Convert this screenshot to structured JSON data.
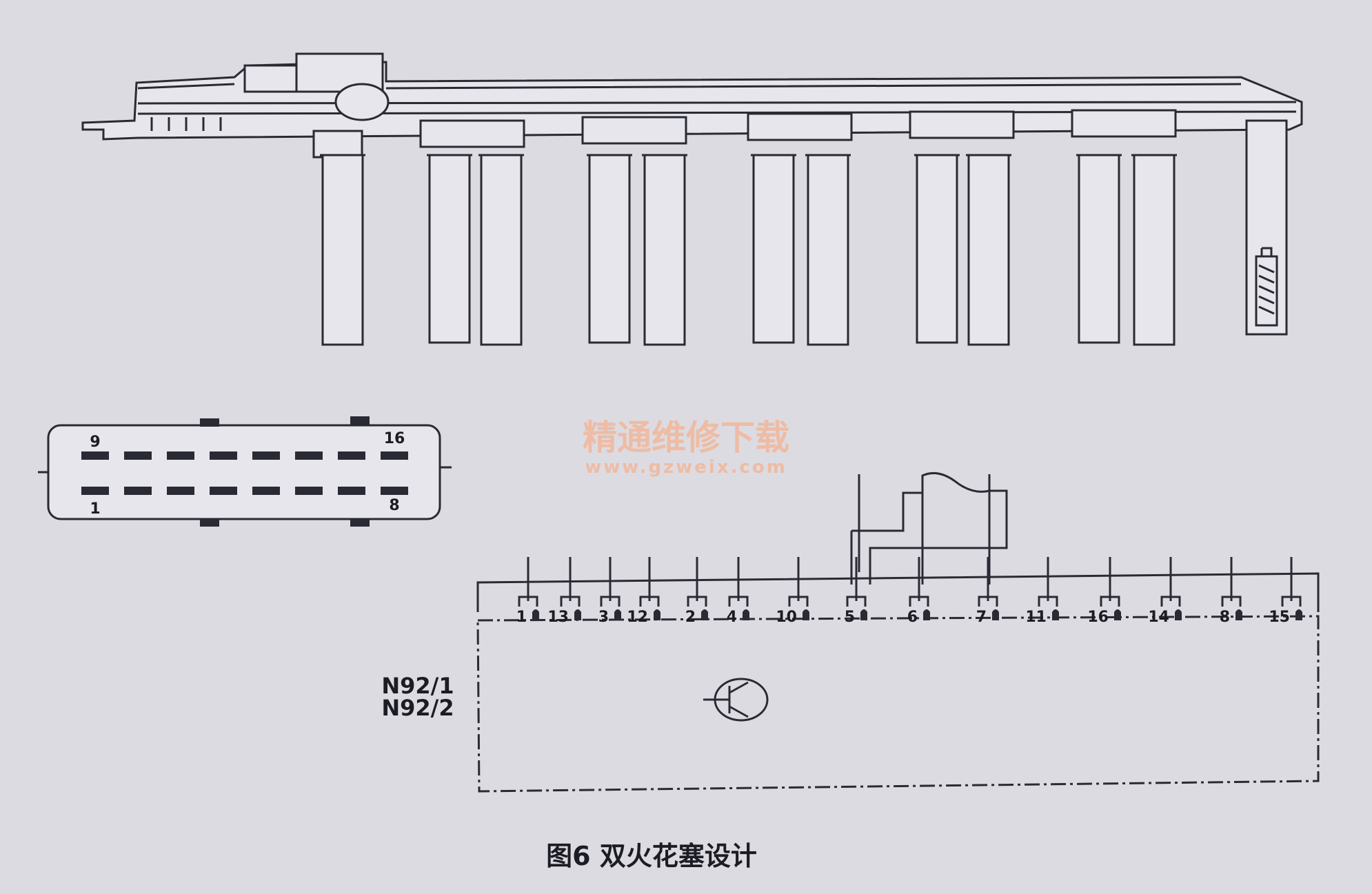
{
  "connector": {
    "pin_top_left": "9",
    "pin_top_right": "16",
    "pin_bottom_left": "1",
    "pin_bottom_right": "8"
  },
  "watermark": {
    "line1": "精通维修下载",
    "line2": "www.gzweix.com"
  },
  "module": {
    "name_line1": "N92/1",
    "name_line2": "N92/2",
    "terminals": [
      "1",
      "13",
      "3",
      "12",
      "2",
      "4",
      "10",
      "5",
      "6",
      "7",
      "11",
      "16",
      "14",
      "8",
      "15"
    ]
  },
  "caption": "图6 双火花塞设计",
  "colors": {
    "background": "#dcdbe2",
    "ink": "#2a2a34",
    "watermark": "#f2b79a"
  }
}
